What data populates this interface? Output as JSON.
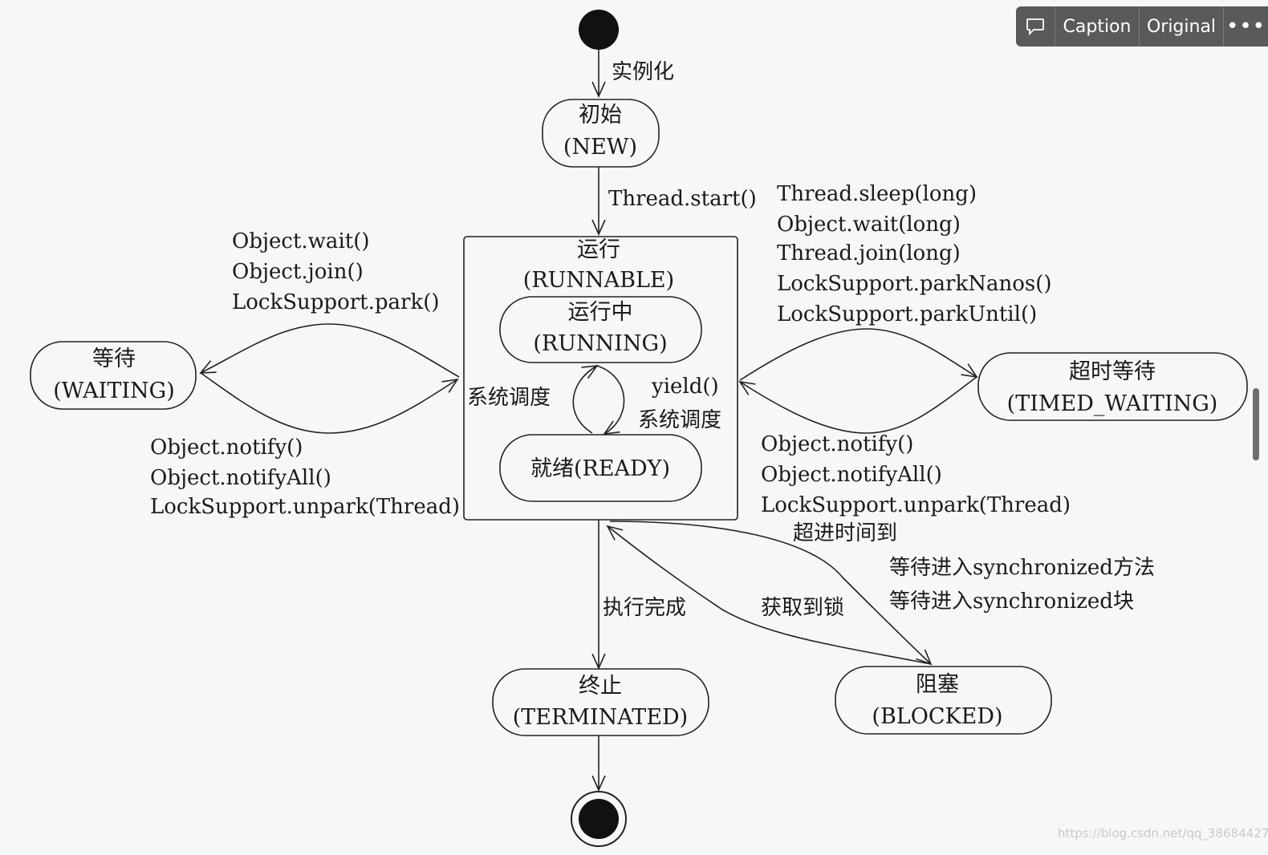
{
  "toolbar": {
    "comment_icon": "speech-bubble-icon",
    "caption_label": "Caption",
    "original_label": "Original",
    "more_label": "•••"
  },
  "diagram": {
    "start_label": "实例化",
    "states": {
      "new": {
        "zh": "初始",
        "en": "(NEW)"
      },
      "runnable": {
        "zh": "运行",
        "en": "(RUNNABLE)"
      },
      "running": {
        "zh": "运行中",
        "en": "(RUNNING)"
      },
      "ready": {
        "text": "就绪(READY)"
      },
      "waiting": {
        "zh": "等待",
        "en": "(WAITING)"
      },
      "timed_waiting": {
        "zh": "超时等待",
        "en": "(TIMED_WAITING)"
      },
      "terminated": {
        "zh": "终止",
        "en": "(TERMINATED)"
      },
      "blocked": {
        "zh": "阻塞",
        "en": "(BLOCKED)"
      }
    },
    "transitions": {
      "start": "Thread.start()",
      "to_waiting": [
        "Object.wait()",
        "Object.join()",
        "LockSupport.park()"
      ],
      "from_waiting": [
        "Object.notify()",
        "Object.notifyAll()",
        "LockSupport.unpark(Thread)"
      ],
      "to_timed_waiting": [
        "Thread.sleep(long)",
        "Object.wait(long)",
        "Thread.join(long)",
        "LockSupport.parkNanos()",
        "LockSupport.parkUntil()"
      ],
      "from_timed_waiting": [
        "Object.notify()",
        "Object.notifyAll()",
        "LockSupport.unpark(Thread)",
        "超进时间到"
      ],
      "ready_to_running": "系统调度",
      "running_to_ready": [
        "yield()",
        "系统调度"
      ],
      "finish": "执行完成",
      "acquire_lock": "获取到锁",
      "to_blocked": [
        "等待进入synchronized方法",
        "等待进入synchronized块"
      ]
    }
  },
  "watermark": "https://blog.csdn.net/qq_38684427"
}
